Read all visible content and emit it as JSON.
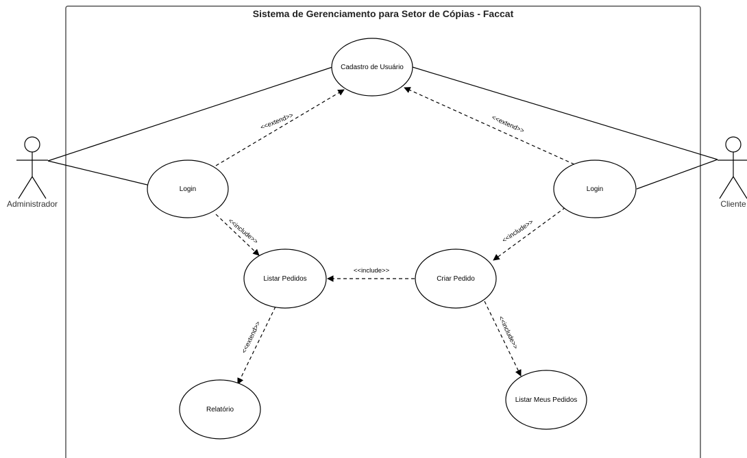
{
  "diagram": {
    "title": "Sistema de Gerenciamento para Setor de Cópias - Faccat",
    "actors": {
      "admin": "Administrador",
      "client": "Cliente"
    },
    "use_cases": {
      "cadastro": "Cadastro de Usuário",
      "login_admin": "Login",
      "login_client": "Login",
      "listar_pedidos": "Listar Pedidos",
      "criar_pedido": "Criar Pedido",
      "relatorio": "Relatório",
      "listar_meus_pedidos": "Listar Meus Pedidos"
    },
    "stereotypes": {
      "extend_admin_cadastro": "<<extend>>",
      "extend_client_cadastro": "<<extend>>",
      "include_login_listar": "<<include>>",
      "include_login_criar": "<<include>>",
      "include_criar_listar": "<<include>>",
      "extend_listar_relatorio": "<<extend>>",
      "include_criar_meus": "<<include>>"
    }
  }
}
